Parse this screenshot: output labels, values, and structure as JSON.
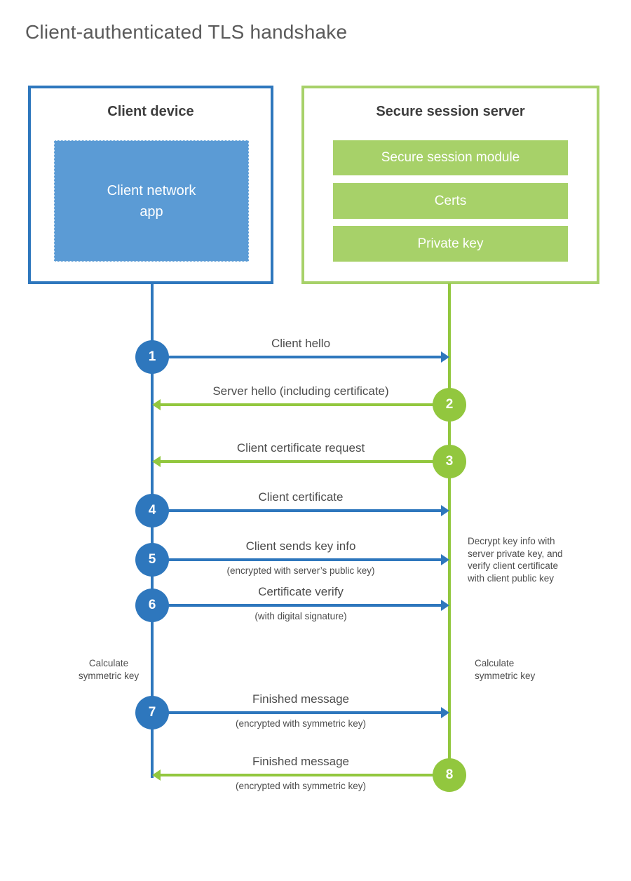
{
  "title": "Client-authenticated TLS handshake",
  "palette": {
    "blue": "#2E77BD",
    "blue_light": "#5B9BD5",
    "green": "#92C73E",
    "green_light": "#A7D169",
    "heading_text": "#3D3D3D",
    "label_text": "#4C4C4C",
    "title_text": "#5A5A5A"
  },
  "client": {
    "title": "Client device",
    "app_label": "Client network\napp"
  },
  "server": {
    "title": "Secure session server",
    "modules": [
      "Secure session module",
      "Certs",
      "Private key"
    ]
  },
  "steps": [
    {
      "num": "1",
      "label": "Client hello",
      "from": "client",
      "to": "server"
    },
    {
      "num": "2",
      "label": "Server hello (including certificate)",
      "from": "server",
      "to": "client"
    },
    {
      "num": "3",
      "label": "Client certificate request",
      "from": "server",
      "to": "client"
    },
    {
      "num": "4",
      "label": "Client certificate",
      "from": "client",
      "to": "server"
    },
    {
      "num": "5",
      "label": "Client sends key info",
      "sublabel": "(encrypted with server’s public key)",
      "from": "client",
      "to": "server"
    },
    {
      "num": "6",
      "label": "Certificate verify",
      "sublabel": "(with digital signature)",
      "from": "client",
      "to": "server"
    },
    {
      "num": "7",
      "label": "Finished message",
      "sublabel": "(encrypted with symmetric key)",
      "from": "client",
      "to": "server"
    },
    {
      "num": "8",
      "label": "Finished message",
      "sublabel": "(encrypted with symmetric key)",
      "from": "server",
      "to": "client"
    }
  ],
  "notes": {
    "server_decrypt": "Decrypt key info with\nserver private key, and\nverify client certificate\nwith client public key",
    "client_calculate": "Calculate\nsymmetric key",
    "server_calculate": "Calculate\nsymmetric key"
  }
}
